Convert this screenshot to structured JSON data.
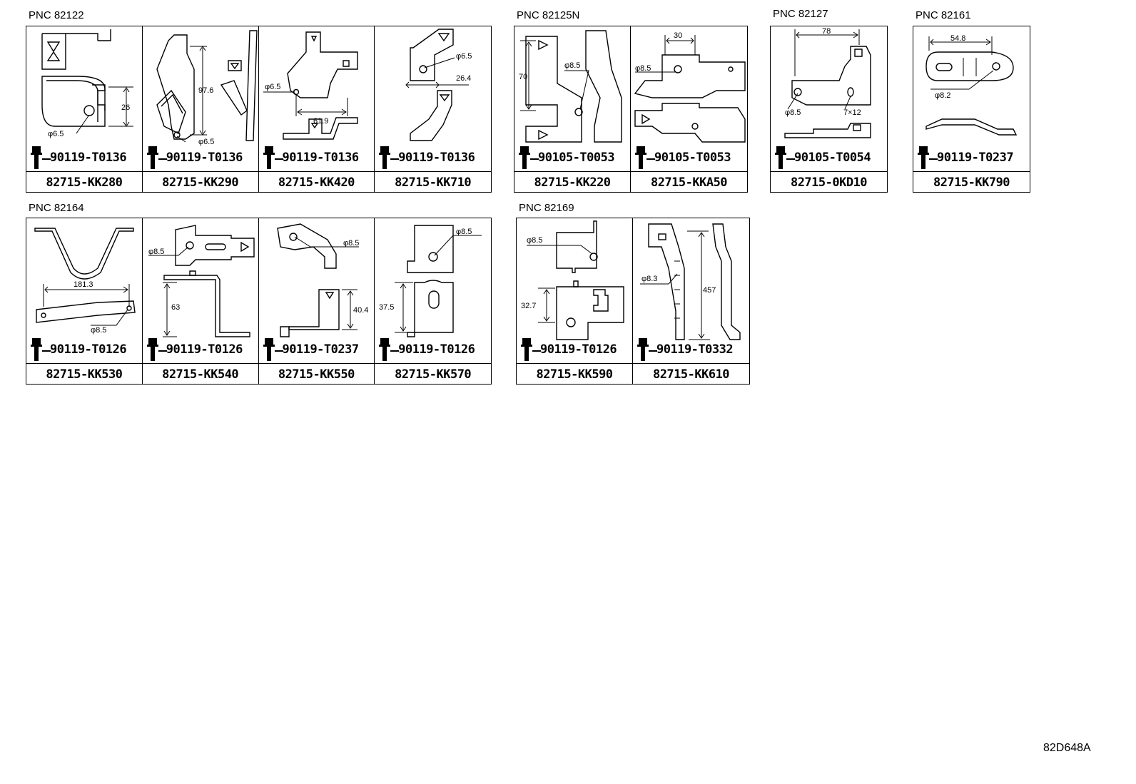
{
  "groups": [
    {
      "pnc": "PNC 82122",
      "cells": [
        {
          "bolt": "90119-T0136",
          "part": "82715-KK280",
          "dims": [
            "26",
            "φ6.5"
          ]
        },
        {
          "bolt": "90119-T0136",
          "part": "82715-KK290",
          "dims": [
            "97.6",
            "φ6.5"
          ]
        },
        {
          "bolt": "90119-T0136",
          "part": "82715-KK420",
          "dims": [
            "φ6.5",
            "61.9"
          ]
        },
        {
          "bolt": "90119-T0136",
          "part": "82715-KK710",
          "dims": [
            "φ6.5",
            "26.4"
          ]
        }
      ]
    },
    {
      "pnc": "PNC 82125N",
      "cells": [
        {
          "bolt": "90105-T0053",
          "part": "82715-KK220",
          "dims": [
            "70",
            "φ8.5"
          ]
        },
        {
          "bolt": "90105-T0053",
          "part": "82715-KKA50",
          "dims": [
            "30",
            "φ8.5"
          ]
        }
      ]
    },
    {
      "pnc": "PNC 82127",
      "cells": [
        {
          "bolt": "90105-T0054",
          "part": "82715-0KD10",
          "dims": [
            "78",
            "φ8.5",
            "7×12"
          ]
        }
      ]
    },
    {
      "pnc": "PNC 82161",
      "cells": [
        {
          "bolt": "90119-T0237",
          "part": "82715-KK790",
          "dims": [
            "54.8",
            "φ8.2"
          ]
        }
      ]
    },
    {
      "pnc": "PNC 82164",
      "cells": [
        {
          "bolt": "90119-T0126",
          "part": "82715-KK530",
          "dims": [
            "181.3",
            "φ8.5"
          ]
        },
        {
          "bolt": "90119-T0126",
          "part": "82715-KK540",
          "dims": [
            "φ8.5",
            "63"
          ]
        },
        {
          "bolt": "90119-T0237",
          "part": "82715-KK550",
          "dims": [
            "φ8.5",
            "40.4"
          ]
        },
        {
          "bolt": "90119-T0126",
          "part": "82715-KK570",
          "dims": [
            "φ8.5",
            "37.5"
          ]
        }
      ]
    },
    {
      "pnc": "PNC 82169",
      "cells": [
        {
          "bolt": "90119-T0126",
          "part": "82715-KK590",
          "dims": [
            "φ8.5",
            "32.7"
          ]
        },
        {
          "bolt": "90119-T0332",
          "part": "82715-KK610",
          "dims": [
            "φ8.3",
            "457"
          ]
        }
      ]
    }
  ],
  "diagram_code": "82D648A"
}
